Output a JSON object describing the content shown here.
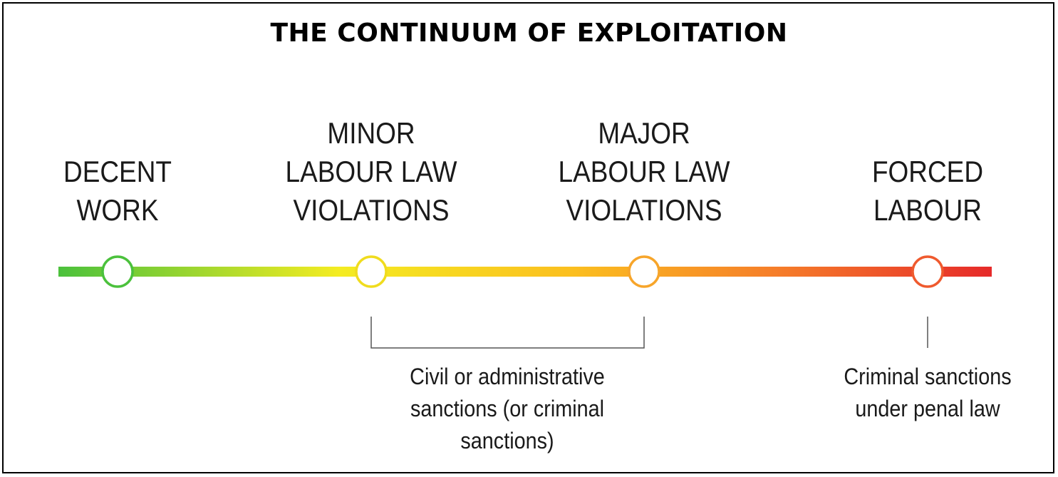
{
  "title": "THE CONTINUUM OF EXPLOITATION",
  "stages": [
    {
      "lines": [
        "DECENT",
        "WORK"
      ],
      "color": "#4bc13c"
    },
    {
      "lines": [
        "MINOR",
        "LABOUR LAW",
        "VIOLATIONS"
      ],
      "color": "#f0dc1e"
    },
    {
      "lines": [
        "MAJOR",
        "LABOUR LAW",
        "VIOLATIONS"
      ],
      "color": "#f7a52a"
    },
    {
      "lines": [
        "FORCED",
        "LABOUR"
      ],
      "color": "#ef5a2e"
    }
  ],
  "gradient_colors": [
    "#4bc13c",
    "#f4ec22",
    "#fbbf1f",
    "#f57a2a",
    "#e62a2a"
  ],
  "sanctions": [
    {
      "lines": [
        "Civil or administrative",
        "sanctions (or criminal",
        "sanctions)"
      ]
    },
    {
      "lines": [
        "Criminal sanctions",
        "under penal law"
      ]
    }
  ]
}
